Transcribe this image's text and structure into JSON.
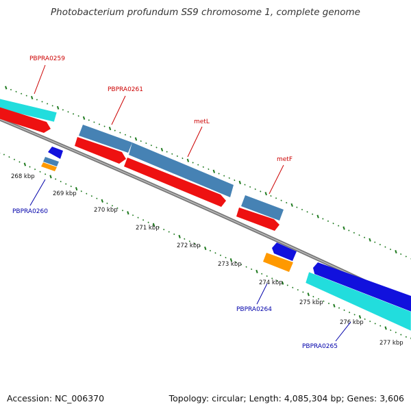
{
  "title": "Photobacterium profundum SS9 chromosome 1, complete genome",
  "footer": {
    "accession": "Accession: NC_006370",
    "summary": "Topology: circular; Length: 4,085,304 bp; Genes: 3,606"
  },
  "colors": {
    "backbone": "#888888",
    "tick": "#1f7a1f",
    "forward_label": "#cc0000",
    "reverse_label": "#0000aa",
    "steelblue": "#4682b4",
    "red": "#ee1111",
    "cyan": "#22dddd",
    "blue": "#1111dd",
    "orange": "#ff9900"
  },
  "scale": {
    "labels": [
      "268 kbp",
      "269 kbp",
      "270 kbp",
      "271 kbp",
      "272 kbp",
      "273 kbp",
      "274 kbp",
      "275 kbp",
      "276 kbp",
      "277 kbp"
    ]
  },
  "gene_labels": {
    "forward": [
      "PBPRA0259",
      "PBPRA0261",
      "metL",
      "metF"
    ],
    "reverse": [
      "PBPRA0260",
      "PBPRA0264",
      "PBPRA0265"
    ]
  }
}
